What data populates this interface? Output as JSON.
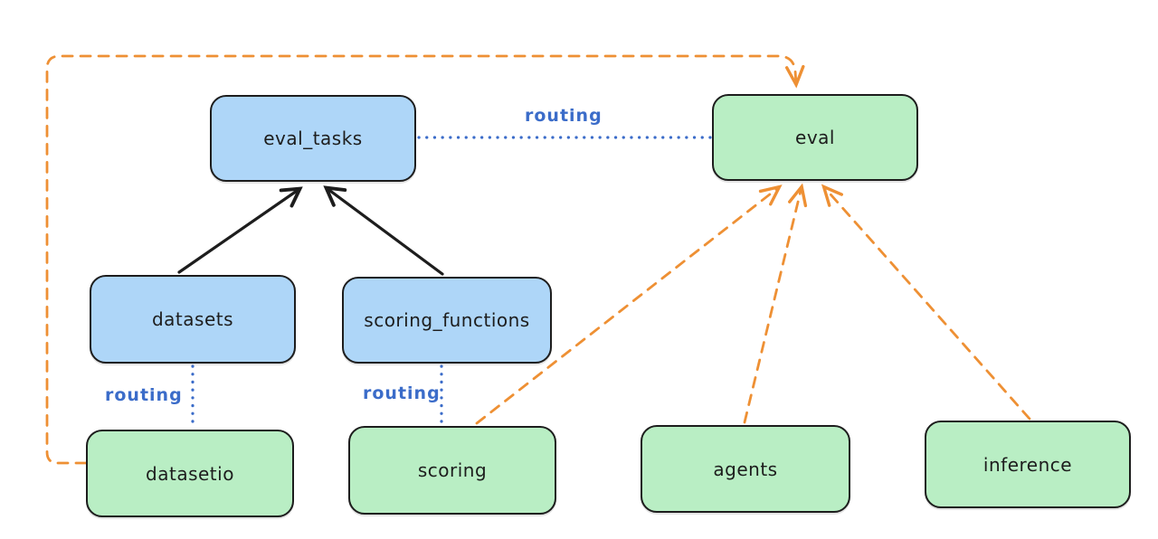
{
  "diagram": {
    "colors": {
      "background": "#ffffff",
      "blue_node_fill": "#aed6f8",
      "green_node_fill": "#b9eec4",
      "node_stroke": "#1d1d1d",
      "routing_blue": "#3b6cc9",
      "orange_dashed": "#ee9034",
      "black_arrow": "#1d1d1d"
    },
    "nodes": {
      "eval_tasks": {
        "label": "eval_tasks",
        "color": "blue"
      },
      "eval": {
        "label": "eval",
        "color": "green"
      },
      "datasets": {
        "label": "datasets",
        "color": "blue"
      },
      "scoring_functions": {
        "label": "scoring_functions",
        "color": "blue"
      },
      "datasetio": {
        "label": "datasetio",
        "color": "green"
      },
      "scoring": {
        "label": "scoring",
        "color": "green"
      },
      "agents": {
        "label": "agents",
        "color": "green"
      },
      "inference": {
        "label": "inference",
        "color": "green"
      }
    },
    "edge_labels": {
      "routing_top": {
        "text": "routing"
      },
      "routing_datasetio": {
        "text": "routing"
      },
      "routing_scoring": {
        "text": "routing"
      }
    },
    "edges": [
      {
        "from": "datasets",
        "to": "eval_tasks",
        "style": "solid-black-arrow"
      },
      {
        "from": "scoring_functions",
        "to": "eval_tasks",
        "style": "solid-black-arrow"
      },
      {
        "from": "eval_tasks",
        "to": "eval",
        "style": "dotted-blue",
        "label": "routing"
      },
      {
        "from": "datasets",
        "to": "datasetio",
        "style": "dotted-blue",
        "label": "routing"
      },
      {
        "from": "scoring_functions",
        "to": "scoring",
        "style": "dotted-blue",
        "label": "routing"
      },
      {
        "from": "datasetio",
        "to": "eval",
        "style": "dashed-orange-arrow",
        "route": "left-up-across-top"
      },
      {
        "from": "scoring",
        "to": "eval",
        "style": "dashed-orange-arrow"
      },
      {
        "from": "agents",
        "to": "eval",
        "style": "dashed-orange-arrow"
      },
      {
        "from": "inference",
        "to": "eval",
        "style": "dashed-orange-arrow"
      }
    ]
  }
}
